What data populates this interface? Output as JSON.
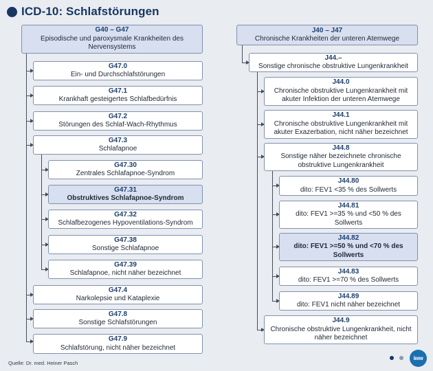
{
  "title": "ICD-10: Schlafstörungen",
  "source": "Quelle: Dr. med. Heiner Pasch",
  "colors": {
    "accent": "#173761",
    "highlight": "#d7dff0",
    "logo": "#1a6fb0"
  },
  "left": {
    "head": {
      "code": "G40 – G47",
      "desc": "Episodische und paroxysmale Krankheiten des Nervensystems"
    },
    "items": [
      {
        "code": "G47.0",
        "desc": "Ein- und Durchschlafstörungen"
      },
      {
        "code": "G47.1",
        "desc": "Krankhaft gesteigertes Schlafbedürfnis"
      },
      {
        "code": "G47.2",
        "desc": "Störungen des Schlaf-Wach-Rhythmus"
      },
      {
        "code": "G47.3",
        "desc": "Schlafapnoe"
      },
      {
        "code": "G47.30",
        "desc": "Zentrales Schlafapnoe-Syndrom"
      },
      {
        "code": "G47.31",
        "desc": "Obstruktives Schlafapnoe-Syndrom"
      },
      {
        "code": "G47.32",
        "desc": "Schlafbezogenes Hypoventilations-Syndrom"
      },
      {
        "code": "G47.38",
        "desc": "Sonstige Schlafapnoe"
      },
      {
        "code": "G47.39",
        "desc": "Schlafapnoe, nicht näher bezeichnet"
      },
      {
        "code": "G47.4",
        "desc": "Narkolepsie und Kataplexie"
      },
      {
        "code": "G47.8",
        "desc": "Sonstige Schlafstörungen"
      },
      {
        "code": "G47.9",
        "desc": "Schlafstörung, nicht näher bezeichnet"
      }
    ]
  },
  "right": {
    "head": {
      "code": "J40 – J47",
      "desc": "Chronische Krankheiten der unteren Atemwege"
    },
    "items": [
      {
        "code": "J44.–",
        "desc": "Sonstige chronische obstruktive Lungenkrankheit"
      },
      {
        "code": "J44.0",
        "desc": "Chronische obstruktive Lungenkrankheit mit akuter Infektion der unteren Atemwege"
      },
      {
        "code": "J44.1",
        "desc": "Chronische obstruktive Lungenkrankheit mit akuter Exazerbation, nicht näher bezeichnet"
      },
      {
        "code": "J44.8",
        "desc": "Sonstige näher bezeichnete chronische obstruktive Lungenkrankheit"
      },
      {
        "code": "J44.80",
        "desc": "dito: FEV1 <35 % des Sollwerts"
      },
      {
        "code": "J44.81",
        "desc": "dito: FEV1 >=35 % und <50 % des Sollwerts"
      },
      {
        "code": "J44.82",
        "desc": "dito: FEV1 >=50 % und <70 % des Sollwerts"
      },
      {
        "code": "J44.83",
        "desc": "dito: FEV1 >=70 % des Sollwerts"
      },
      {
        "code": "J44.89",
        "desc": "dito: FEV1 nicht näher bezeichnet"
      },
      {
        "code": "J44.9",
        "desc": "Chronische obstruktive Lungenkrankheit, nicht näher bezeichnet"
      }
    ]
  }
}
